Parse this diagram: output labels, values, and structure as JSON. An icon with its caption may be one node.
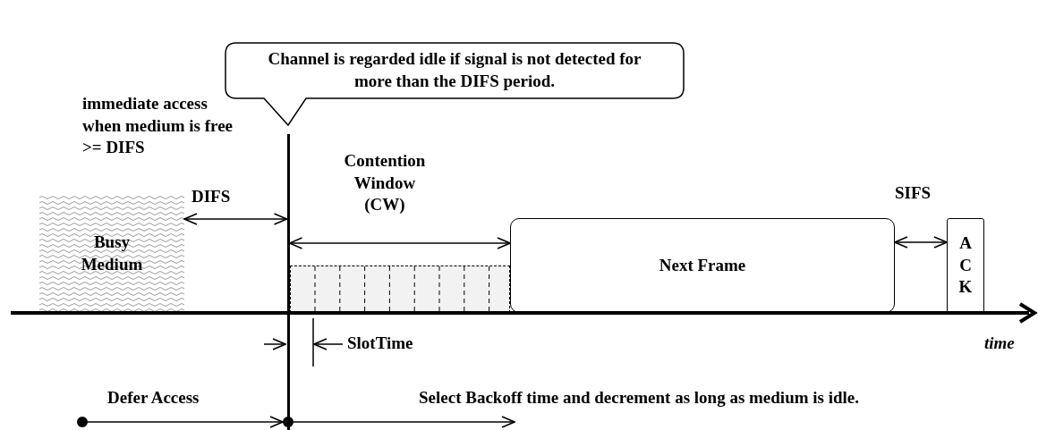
{
  "diagram": {
    "nodes": [
      {
        "text": [
          "Channel is regarded idle if signal is not detected for more than the DIFS period."
        ]
      },
      {
        "text": [
          "Busy Medium"
        ]
      },
      {
        "text": [],
        "shape": "box"
      },
      {
        "text": [
          "Next Frame"
        ]
      },
      {
        "text": [
          "ACK"
        ]
      },
      {
        "text": [],
        "shape": "circle",
        "beside": [
          "Defer Access"
        ]
      },
      {
        "text": [],
        "shape": "circle"
      },
      {
        "text": [],
        "shape": "bar"
      },
      {
        "text": [
          "Select Backoff time and decrement as long as medium is idle."
        ]
      }
    ],
    "edges": [
      {
        "from": 5,
        "to": 6,
        "arrow": "to"
      },
      {
        "from": 6,
        "to": 8,
        "arrow": "to"
      },
      {
        "from": 1,
        "to": 7,
        "arrow": "both"
      },
      {
        "from": 7,
        "to": 3,
        "arrow": "both"
      },
      {
        "from": 3,
        "to": 4,
        "arrow": "both"
      }
    ],
    "labels": [
      "immediate access when medium is free >= DIFS",
      "DIFS",
      "Contention Window (CW)",
      "SIFS",
      "SlotTime",
      "time"
    ]
  }
}
